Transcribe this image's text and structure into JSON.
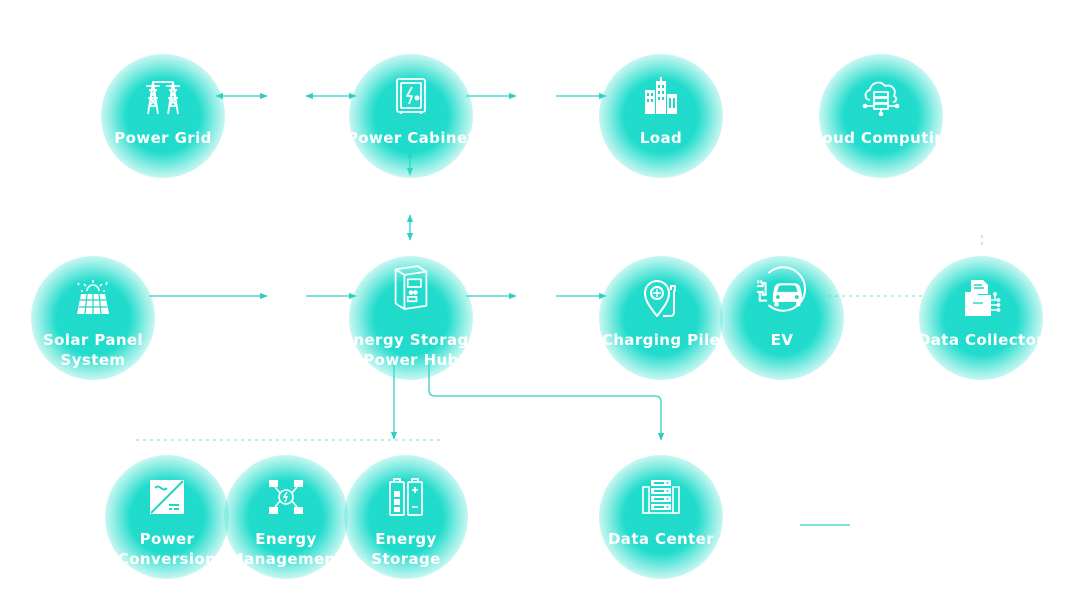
{
  "colors": {
    "accent": "#2ecfc3",
    "glow": "#1fd9c9",
    "text": "#ffffff"
  },
  "nodes": {
    "power_grid": {
      "label": [
        "Power Grid"
      ],
      "icon": "power-tower-icon"
    },
    "power_cabinet": {
      "label": [
        "Power Cabinet"
      ],
      "icon": "electrical-cabinet-icon"
    },
    "load": {
      "label": [
        "Load"
      ],
      "icon": "city-buildings-icon"
    },
    "cloud_computing": {
      "label": [
        "Cloud Computing"
      ],
      "icon": "cloud-server-icon"
    },
    "solar_panel": {
      "label": [
        "Solar Panel",
        "System"
      ],
      "icon": "solar-panel-icon"
    },
    "energy_hub": {
      "label": [
        "Energy Storage",
        "Power Hub"
      ],
      "icon": "energy-storage-cabinet-icon"
    },
    "charging_pile": {
      "label": [
        "Charging Pile"
      ],
      "icon": "charging-station-icon"
    },
    "ev": {
      "label": [
        "EV"
      ],
      "icon": "electric-car-icon"
    },
    "data_collector": {
      "label": [
        "Data Collector"
      ],
      "icon": "file-data-collector-icon"
    },
    "power_conversion": {
      "label": [
        "Power",
        "Conversion"
      ],
      "icon": "power-converter-icon"
    },
    "energy_management": {
      "label": [
        "Energy",
        "Management"
      ],
      "icon": "energy-network-icon"
    },
    "energy_storage": {
      "label": [
        "Energy",
        "Storage"
      ],
      "icon": "battery-icon"
    },
    "data_center": {
      "label": [
        "Data Center"
      ],
      "icon": "server-rack-icon"
    }
  }
}
